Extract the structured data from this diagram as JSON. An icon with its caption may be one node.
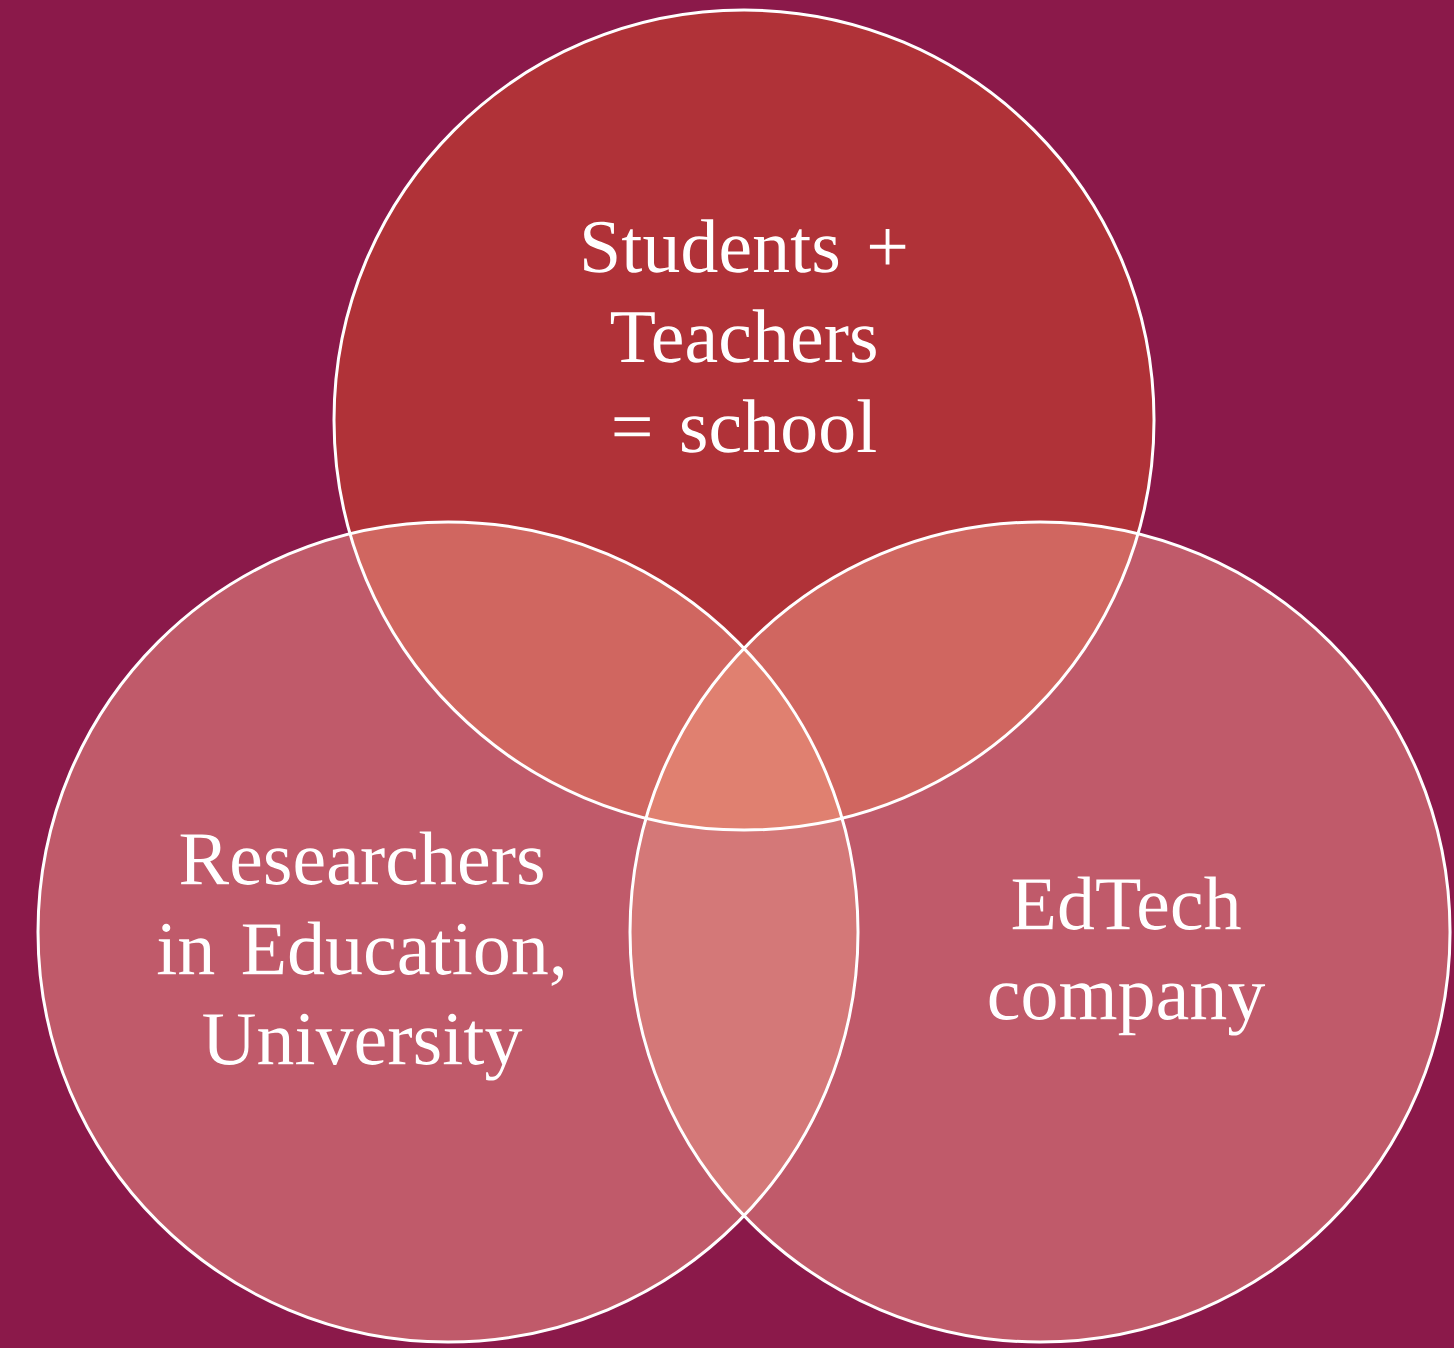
{
  "diagram": {
    "nodes": [
      {
        "text": [
          "Students + Teachers = school"
        ]
      },
      {
        "text": [
          "Researchers in Education, University"
        ]
      },
      {
        "text": [
          "EdTech company"
        ]
      }
    ]
  }
}
